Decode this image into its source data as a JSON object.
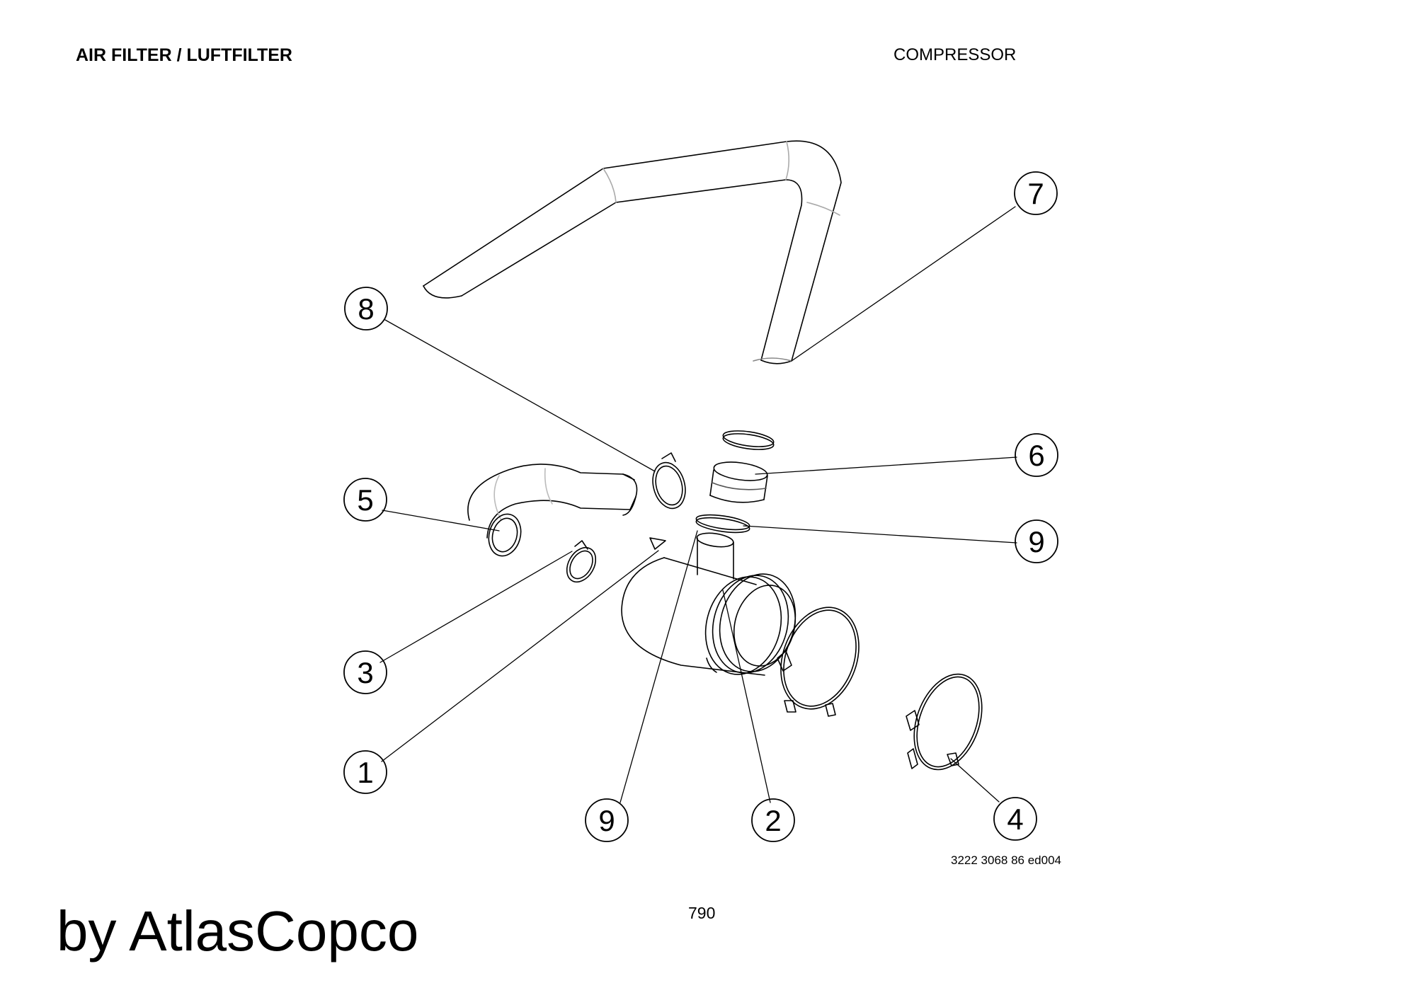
{
  "header": {
    "title": "AIR FILTER / LUFTFILTER",
    "section": "COMPRESSOR"
  },
  "drawing_number": "3222 3068 86 ed004",
  "page_number": "790",
  "watermark": "by AtlasCopco",
  "callouts": [
    {
      "id": "c7",
      "label": "7"
    },
    {
      "id": "c8",
      "label": "8"
    },
    {
      "id": "c6",
      "label": "6"
    },
    {
      "id": "c5",
      "label": "5"
    },
    {
      "id": "c9a",
      "label": "9"
    },
    {
      "id": "c3",
      "label": "3"
    },
    {
      "id": "c1",
      "label": "1"
    },
    {
      "id": "c9b",
      "label": "9"
    },
    {
      "id": "c2",
      "label": "2"
    },
    {
      "id": "c4",
      "label": "4"
    }
  ]
}
